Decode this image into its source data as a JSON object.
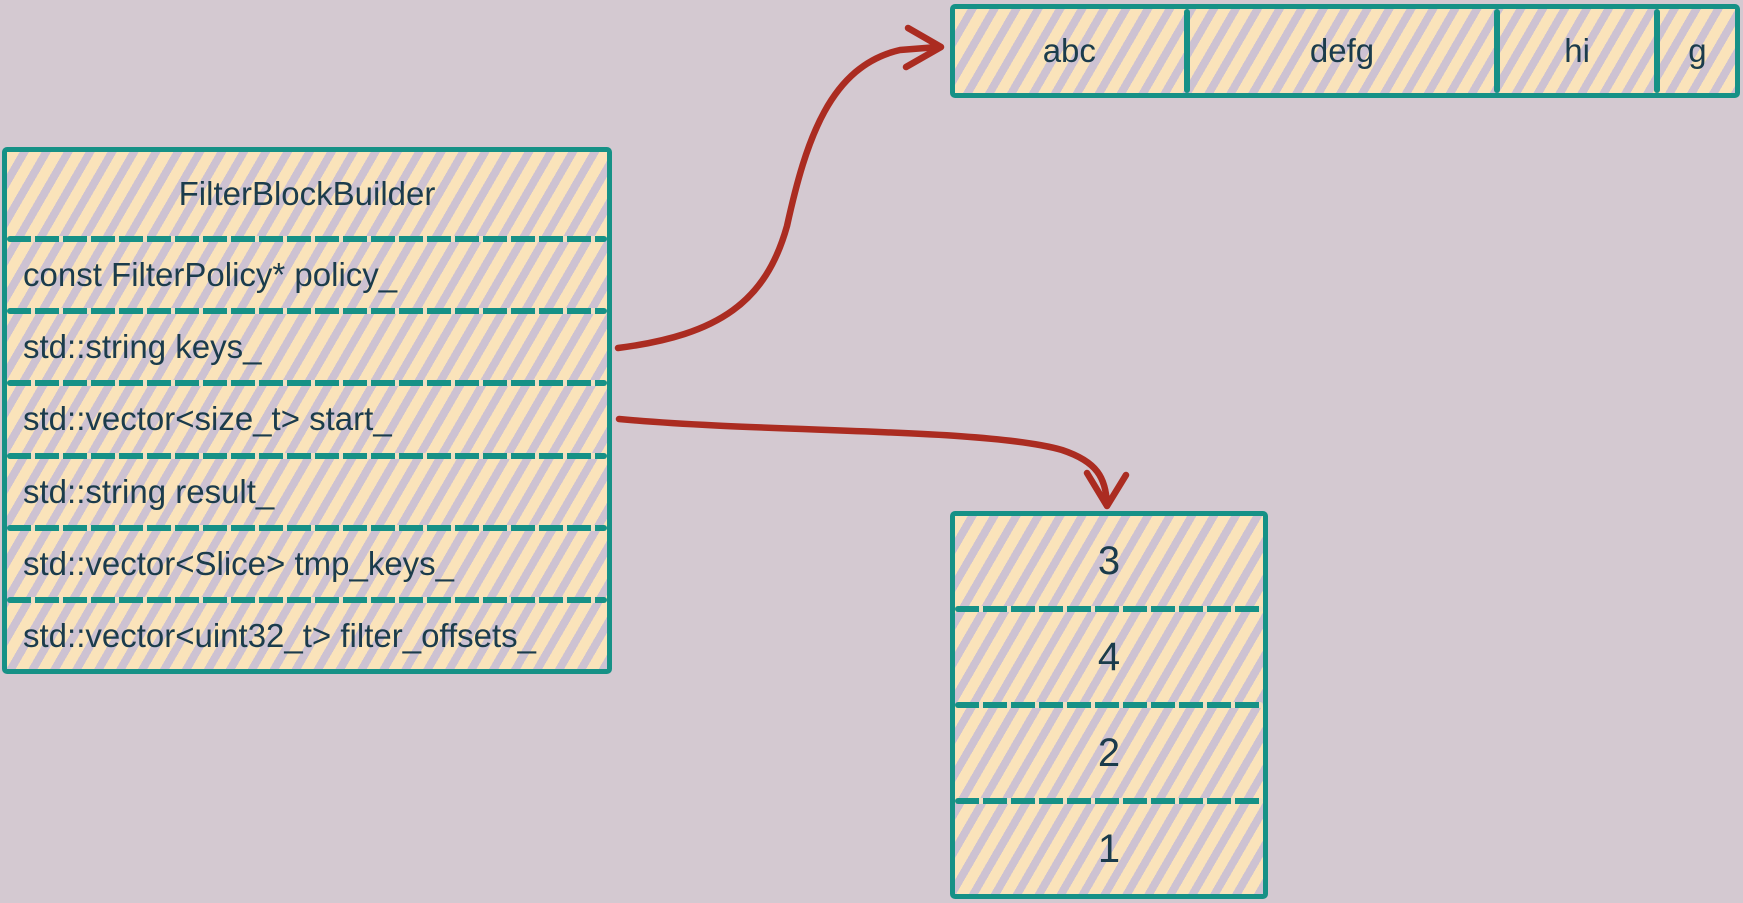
{
  "page": {
    "background_color": "#d4c9d1"
  },
  "palette": {
    "shape_border_teal": "#169186",
    "hatch_stripe_cream": "#fae3ba",
    "hatch_stripe_lavender": "#cdc2d2",
    "text_dark": "#1b3c4c",
    "arrow_red": "#ab2c21"
  },
  "class_box": {
    "title": "FilterBlockBuilder",
    "fields": [
      "const FilterPolicy* policy_",
      "std::string keys_",
      "std::vector<size_t> start_",
      "std::string result_",
      "std::vector<Slice> tmp_keys_",
      "std::vector<uint32_t> filter_offsets_"
    ]
  },
  "keys_array": {
    "cells": [
      "abc",
      "defg",
      "hi",
      "g"
    ]
  },
  "start_array": {
    "cells": [
      "3",
      "4",
      "2",
      "1"
    ]
  },
  "arrows": [
    {
      "name": "keys-to-keys-array",
      "from": "std::string keys_",
      "to": "keys_array"
    },
    {
      "name": "start-to-start-array",
      "from": "std::vector<size_t> start_",
      "to": "start_array"
    }
  ]
}
